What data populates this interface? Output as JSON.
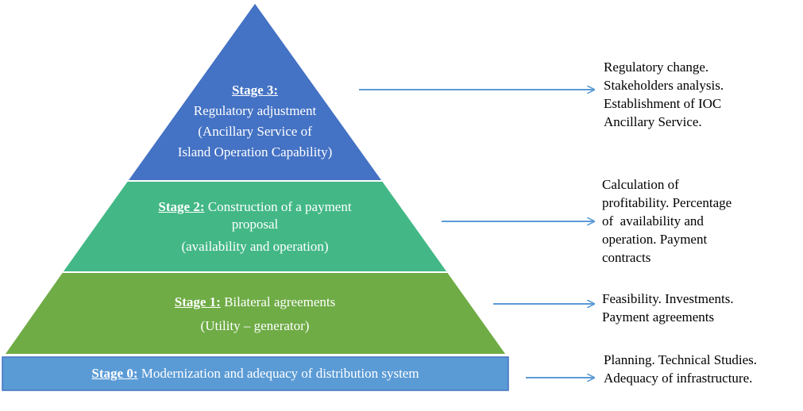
{
  "colors": {
    "stage3": "#4472c4",
    "stage2": "#43b886",
    "stage1": "#6fac46",
    "stage0": "#5b9bd5",
    "arrow": "#5b9bd5"
  },
  "stages": {
    "s3": {
      "title": "Stage 3:",
      "line1": "Regulatory adjustment",
      "line2": "(Ancillary Service of",
      "line3": "Island Operation Capability)",
      "note": [
        "Regulatory change.",
        "Stakeholders analysis.",
        "Establishment of IOC",
        "Ancillary Service."
      ]
    },
    "s2": {
      "title": "Stage 2:",
      "line1": " Construction of a payment",
      "line2": "proposal",
      "line3": "(availability and operation)",
      "note": [
        "Calculation of",
        "profitability. Percentage",
        "of  availability and",
        "operation. Payment",
        "contracts"
      ]
    },
    "s1": {
      "title": "Stage 1:",
      "line1": " Bilateral agreements",
      "line2": "(Utility – generator)",
      "note": [
        "Feasibility. Investments.",
        "Payment agreements"
      ]
    },
    "s0": {
      "title": "Stage 0:",
      "line1": " Modernization and adequacy of distribution system",
      "note": [
        "Planning. Technical Studies.",
        "Adequacy of infrastructure."
      ]
    }
  }
}
